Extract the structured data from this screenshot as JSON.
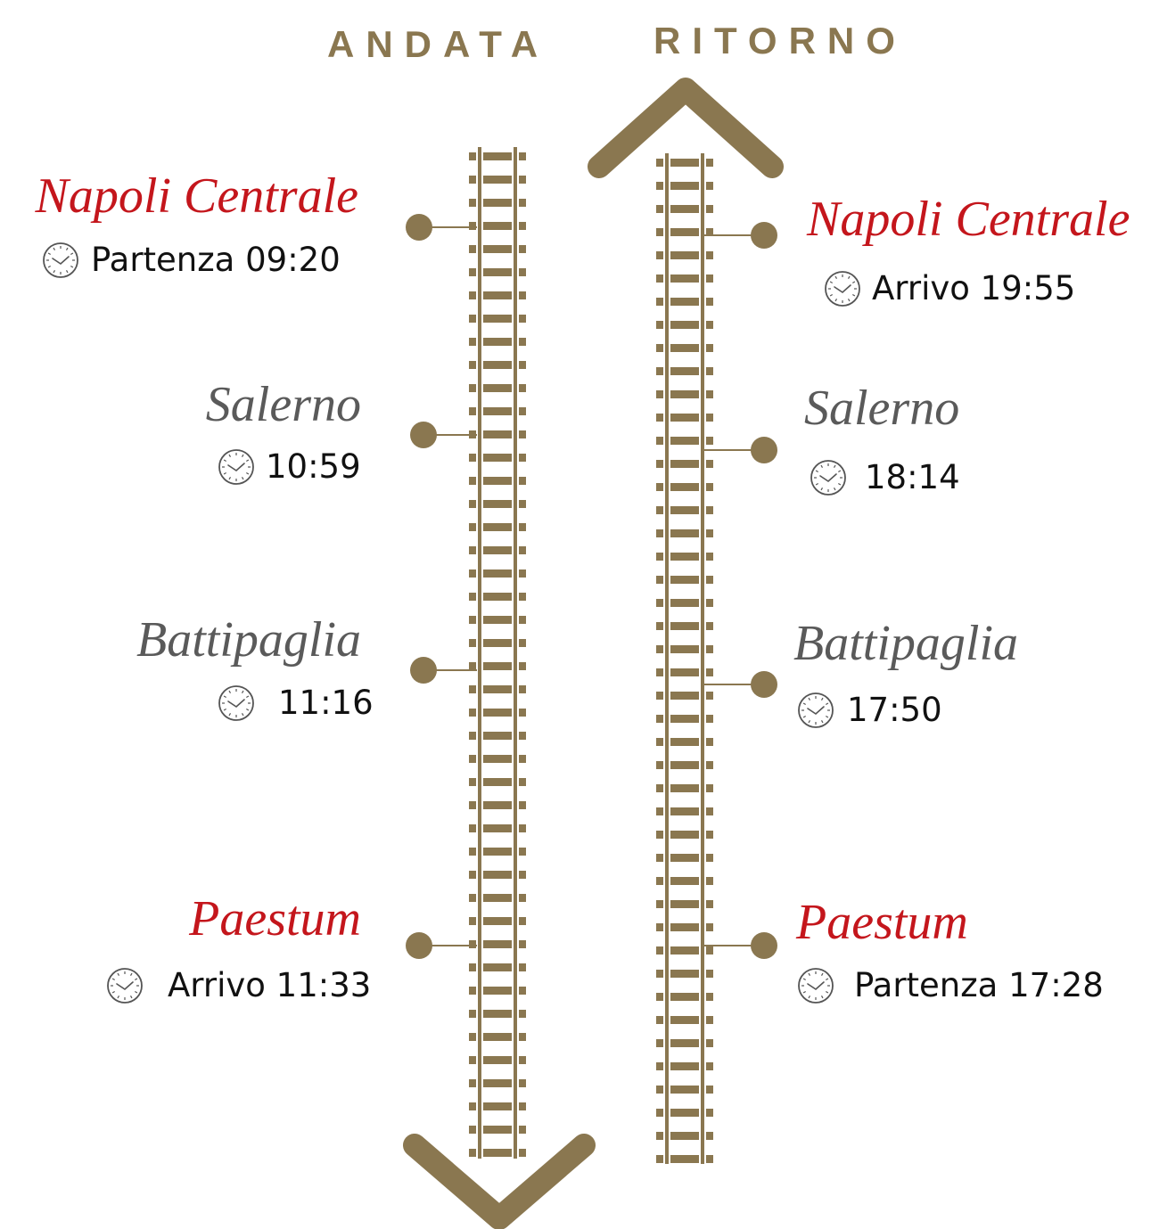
{
  "colors": {
    "track": "#8a7750",
    "highlight_station": "#c4161c",
    "regular_station": "#5a5a5a",
    "time_text": "#111111"
  },
  "andata": {
    "heading": "ANDATA",
    "stops": [
      {
        "name": "Napoli Centrale",
        "time": "Partenza 09:20",
        "highlight": true
      },
      {
        "name": "Salerno",
        "time": "10:59",
        "highlight": false
      },
      {
        "name": "Battipaglia",
        "time": "11:16",
        "highlight": false
      },
      {
        "name": "Paestum",
        "time": "Arrivo 11:33",
        "highlight": true
      }
    ]
  },
  "ritorno": {
    "heading": "RITORNO",
    "stops": [
      {
        "name": "Napoli Centrale",
        "time": "Arrivo 19:55",
        "highlight": true
      },
      {
        "name": "Salerno",
        "time": "18:14",
        "highlight": false
      },
      {
        "name": "Battipaglia",
        "time": "17:50",
        "highlight": false
      },
      {
        "name": "Paestum",
        "time": "Partenza 17:28",
        "highlight": true
      }
    ]
  }
}
